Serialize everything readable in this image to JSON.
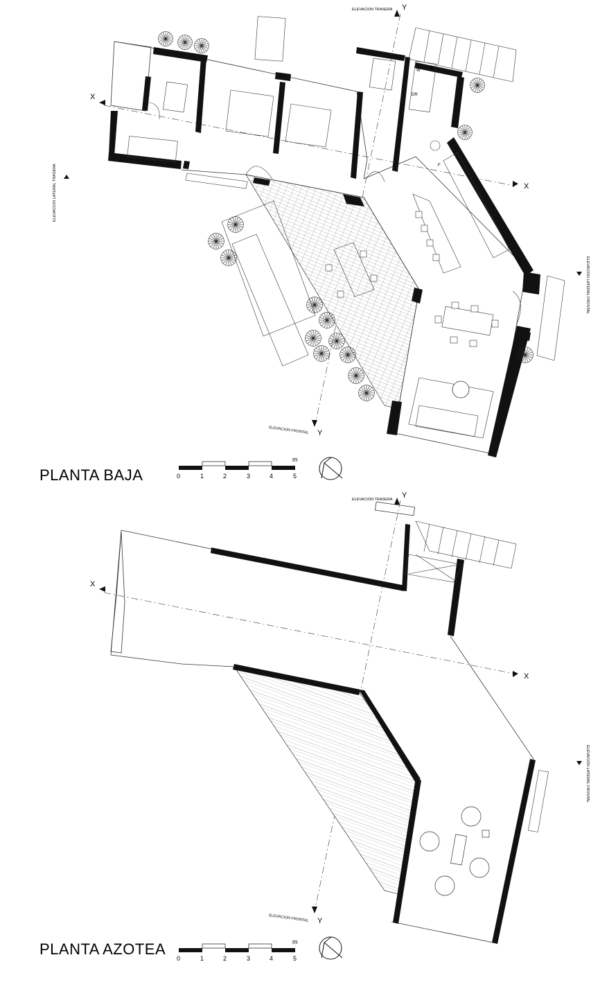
{
  "plans": [
    {
      "title": "PLANTA BAJA",
      "scale": {
        "unit": "m",
        "ticks": [
          "0",
          "1",
          "2",
          "3",
          "4",
          "5"
        ]
      },
      "elevations": {
        "rear": "ELEVACION TRASERA",
        "lateral_rear": "ELEVACION LATERAL TRASERA",
        "lateral_front": "ELEVACION LATERAL FRONTAL",
        "front": "ELEVACION FRONTAL"
      },
      "section_marks": {
        "x": "X",
        "y": "Y"
      },
      "room_labels": {
        "washer": "W",
        "dryer": "DR",
        "fridge": "F"
      }
    },
    {
      "title": "PLANTA AZOTEA",
      "scale": {
        "unit": "m",
        "ticks": [
          "0",
          "1",
          "2",
          "3",
          "4",
          "5"
        ]
      },
      "elevations": {
        "rear": "ELEVACION TRASERA",
        "lateral_front": "ELEVACION LATERAL FRONTAL",
        "front": "ELEVACION FRONTAL"
      },
      "section_marks": {
        "x": "X",
        "y": "Y"
      }
    }
  ]
}
